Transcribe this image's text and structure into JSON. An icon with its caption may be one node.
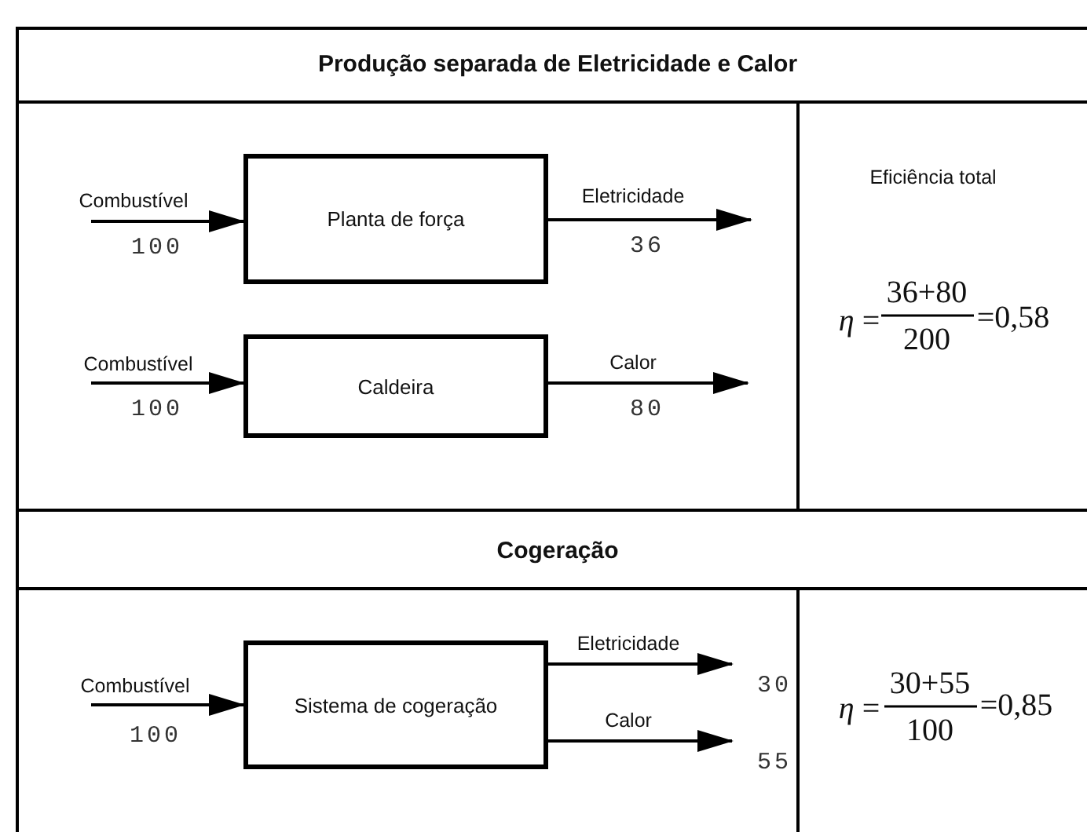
{
  "diagram": {
    "nodes": [
      {
        "text": [
          "Planta de força"
        ]
      },
      {
        "text": [
          "Caldeira"
        ]
      },
      {
        "text": [
          "Sistema de cogeração"
        ]
      }
    ],
    "edges": [
      {
        "from": null,
        "to": 0,
        "arrow": "to",
        "label": "Combustível"
      },
      {
        "from": 0,
        "to": null,
        "arrow": "to",
        "label": "Eletricidade"
      },
      {
        "from": null,
        "to": 1,
        "arrow": "to",
        "label": "Combustível"
      },
      {
        "from": 1,
        "to": null,
        "arrow": "to",
        "label": "Calor"
      },
      {
        "from": null,
        "to": 2,
        "arrow": "to",
        "label": "Combustível"
      },
      {
        "from": 2,
        "to": null,
        "arrow": "to",
        "label": "Eletricidade"
      },
      {
        "from": 2,
        "to": null,
        "arrow": "to",
        "label": "Calor"
      }
    ],
    "labels": [
      "Produção separada de Eletricidade e Calor",
      "100",
      "36",
      "Eficiência total",
      "*η* =",
      "36+80",
      "200",
      "=0,58",
      "100",
      "80",
      "Cogeração",
      "100",
      "30",
      "55",
      "*η* =",
      "30+55",
      "100",
      "=0,85"
    ]
  }
}
